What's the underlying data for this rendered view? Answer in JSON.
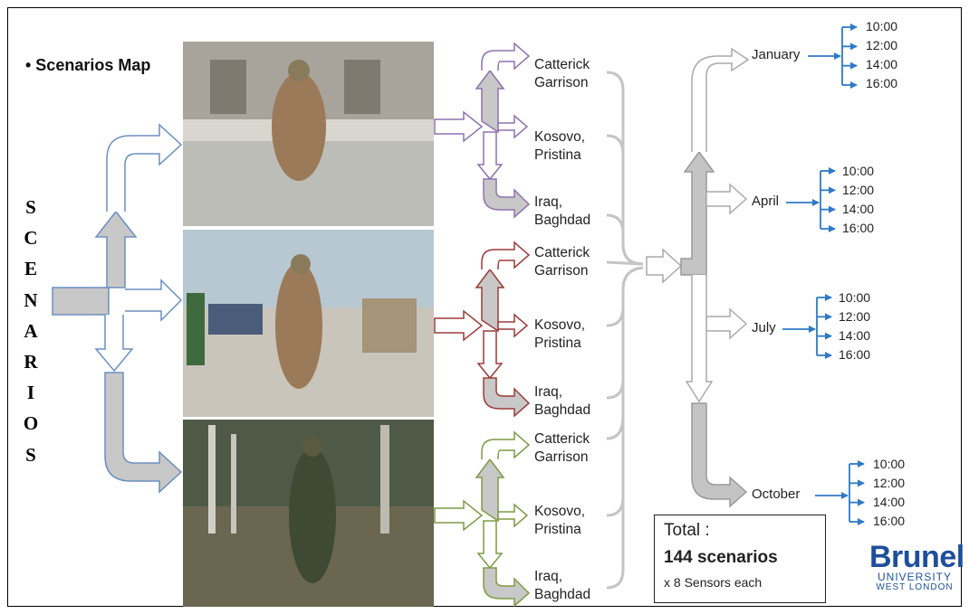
{
  "title": "• Scenarios Map",
  "vertical_word": [
    "S",
    "C",
    "E",
    "N",
    "A",
    "R",
    "I",
    "O",
    "S"
  ],
  "scene_groups": [
    {
      "color": "#8f72ad",
      "locations": [
        {
          "line1": "Catterick",
          "line2": "Garrison"
        },
        {
          "line1": "Kosovo,",
          "line2": "Pristina"
        },
        {
          "line1": "Iraq,",
          "line2": "Baghdad"
        }
      ]
    },
    {
      "color": "#9b3b3b",
      "locations": [
        {
          "line1": "Catterick",
          "line2": "Garrison"
        },
        {
          "line1": "Kosovo,",
          "line2": "Pristina"
        },
        {
          "line1": "Iraq,",
          "line2": "Baghdad"
        }
      ]
    },
    {
      "color": "#7e9a45",
      "locations": [
        {
          "line1": "Catterick",
          "line2": "Garrison"
        },
        {
          "line1": "Kosovo,",
          "line2": "Pristina"
        },
        {
          "line1": "Iraq,",
          "line2": "Baghdad"
        }
      ]
    }
  ],
  "months": [
    {
      "name": "January",
      "times": [
        "10:00",
        "12:00",
        "14:00",
        "16:00"
      ]
    },
    {
      "name": "April",
      "times": [
        "10:00",
        "12:00",
        "14:00",
        "16:00"
      ]
    },
    {
      "name": "July",
      "times": [
        "10:00",
        "12:00",
        "14:00",
        "16:00"
      ]
    },
    {
      "name": "October",
      "times": [
        "10:00",
        "12:00",
        "14:00",
        "16:00"
      ]
    }
  ],
  "total": {
    "label": "Total :",
    "count": "144 scenarios",
    "sub": "x 8 Sensors each"
  },
  "logo": {
    "line1": "Brunel",
    "line2": "UNIVERSITY",
    "line3": "WEST LONDON"
  },
  "colors": {
    "blue_arrow": "#6b8fc0",
    "time_arrow": "#2f7ac6",
    "gray": "#c4c4c4",
    "gray_outline": "#999999"
  }
}
